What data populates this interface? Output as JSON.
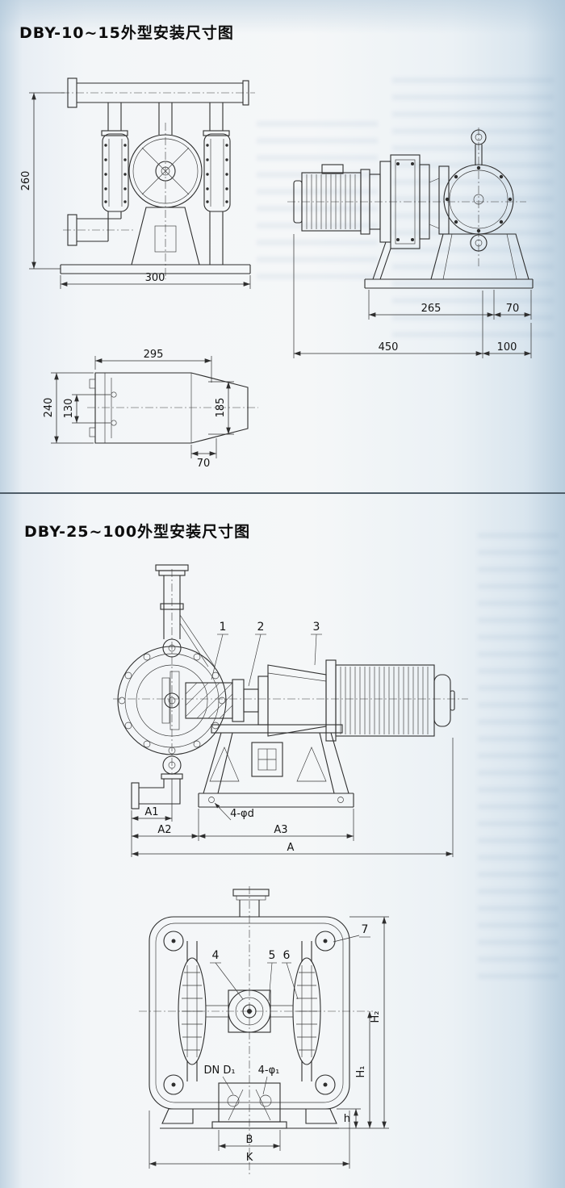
{
  "section1": {
    "title": "DBY-10~15外型安装尺寸图",
    "front": {
      "dim_height": "260",
      "dim_width": "300"
    },
    "side": {
      "dim1": "265",
      "dim2": "70",
      "dim3": "450",
      "dim4": "100"
    },
    "bottom": {
      "dim1": "295",
      "dim2": "240",
      "dim3": "130",
      "dim4": "185",
      "dim5": "70"
    }
  },
  "section2": {
    "title": "DBY-25~100外型安装尺寸图",
    "side": {
      "callouts": [
        "1",
        "2",
        "3"
      ],
      "dim_a1": "A1",
      "dim_a2": "A2",
      "dim_a3": "A3",
      "dim_a": "A",
      "base_holes": "4-φd"
    },
    "front": {
      "callouts": [
        "4",
        "5",
        "6",
        "7"
      ],
      "dim_h2": "H₂",
      "dim_h1": "H₁",
      "dim_h": "h",
      "dim_b": "B",
      "dim_k": "K",
      "port": "DN D₁",
      "flange_holes": "4-φ₁"
    }
  }
}
